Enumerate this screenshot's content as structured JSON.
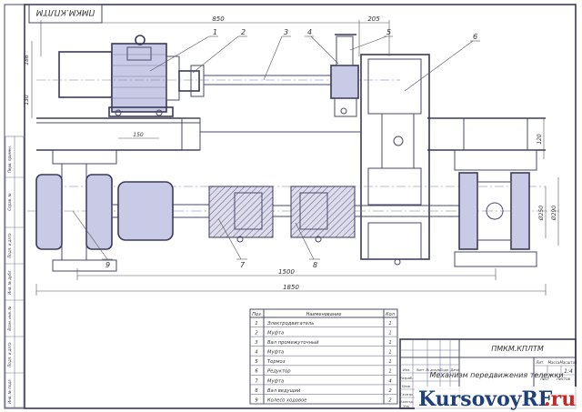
{
  "corner_stamp": "ПМКМ.КПЛТМ",
  "dimensions": {
    "d850": "850",
    "d205": "205",
    "d186": "186",
    "d130": "130",
    "d150": "150",
    "d120": "120",
    "d1500": "1500",
    "d1850": "1850",
    "d250": "Ø250",
    "d290": "Ø290"
  },
  "callouts": [
    "1",
    "2",
    "3",
    "4",
    "5",
    "6",
    "7",
    "8",
    "9"
  ],
  "side_stamp_cells": [
    "Перв. примен.",
    "Справ. №",
    "Подп. и дата",
    "Инв. № дубл.",
    "Взам. инв. №",
    "Подп. и дата",
    "Инв. № подл."
  ],
  "parts_table": {
    "headers": [
      "Поз",
      "Наименование",
      "Кол"
    ],
    "rows": [
      {
        "pos": "1",
        "name": "Электродвигатель",
        "qty": "1"
      },
      {
        "pos": "2",
        "name": "Муфта",
        "qty": "1"
      },
      {
        "pos": "3",
        "name": "Вал промежуточный",
        "qty": "1"
      },
      {
        "pos": "4",
        "name": "Муфта",
        "qty": "1"
      },
      {
        "pos": "5",
        "name": "Тормоз",
        "qty": "1"
      },
      {
        "pos": "6",
        "name": "Редуктор",
        "qty": "1"
      },
      {
        "pos": "7",
        "name": "Муфта",
        "qty": "4"
      },
      {
        "pos": "8",
        "name": "Вал ведущий",
        "qty": "2"
      },
      {
        "pos": "9",
        "name": "Колесо ходовое",
        "qty": "2"
      }
    ]
  },
  "title_block": {
    "code": "ПМКМ.КПЛТМ",
    "title": "Механизм передвижения тележки",
    "col_headers": [
      "Лит.",
      "Масса",
      "Масштаб"
    ],
    "scale": "1:4",
    "row_labels": [
      "Изм.",
      "Лист",
      "№ докум.",
      "Подп.",
      "Дата"
    ],
    "role_labels": [
      "Разраб.",
      "Пров.",
      "Т.контр.",
      "Н.контр.",
      "Утв."
    ],
    "sheet_label": "Лист",
    "sheets_label": "Листов",
    "copied": "Копировал",
    "format": "Формат A2"
  },
  "watermark": {
    "main": "KursovoyRF",
    "suffix": ".ru"
  }
}
